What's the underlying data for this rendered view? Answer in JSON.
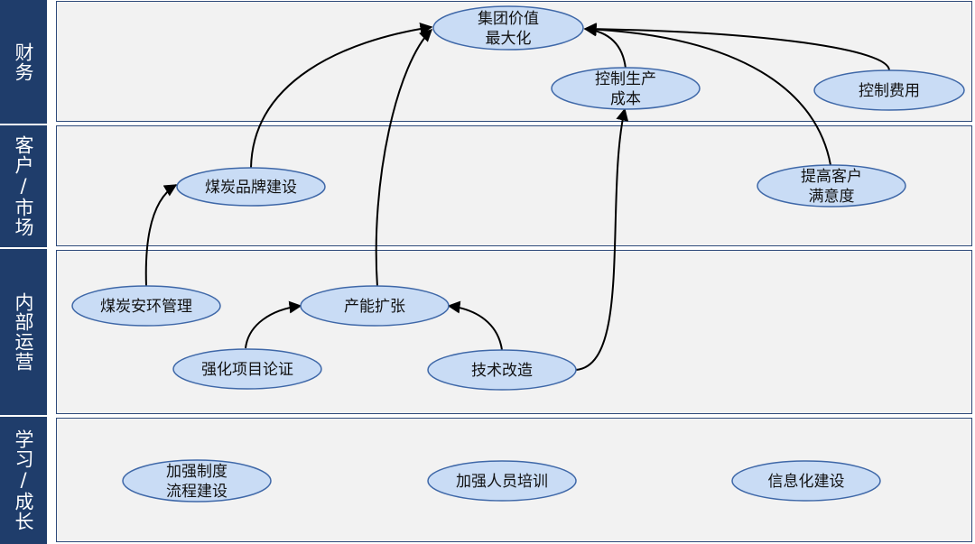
{
  "lanes": [
    {
      "label": "财务"
    },
    {
      "label": "客户/市场"
    },
    {
      "label": "内部运营"
    },
    {
      "label": "学习/成长"
    }
  ],
  "nodes": [
    {
      "id": "max_value",
      "lines": [
        "集团价值",
        "最大化"
      ]
    },
    {
      "id": "control_cost",
      "lines": [
        "控制生产",
        "成本"
      ]
    },
    {
      "id": "control_expense",
      "lines": [
        "控制费用"
      ]
    },
    {
      "id": "brand",
      "lines": [
        "煤炭品牌建设"
      ]
    },
    {
      "id": "satisfaction",
      "lines": [
        "提高客户",
        "满意度"
      ]
    },
    {
      "id": "safety",
      "lines": [
        "煤炭安环管理"
      ]
    },
    {
      "id": "capacity",
      "lines": [
        "产能扩张"
      ]
    },
    {
      "id": "project",
      "lines": [
        "强化项目论证"
      ]
    },
    {
      "id": "tech",
      "lines": [
        "技术改造"
      ]
    },
    {
      "id": "system",
      "lines": [
        "加强制度",
        "流程建设"
      ]
    },
    {
      "id": "training",
      "lines": [
        "加强人员培训"
      ]
    },
    {
      "id": "it",
      "lines": [
        "信息化建设"
      ]
    }
  ],
  "edges": [
    {
      "from": "brand",
      "to": "max_value"
    },
    {
      "from": "capacity",
      "to": "max_value"
    },
    {
      "from": "control_cost",
      "to": "max_value"
    },
    {
      "from": "control_expense",
      "to": "max_value"
    },
    {
      "from": "satisfaction",
      "to": "max_value"
    },
    {
      "from": "safety",
      "to": "brand"
    },
    {
      "from": "tech",
      "to": "control_cost"
    },
    {
      "from": "project",
      "to": "capacity"
    },
    {
      "from": "tech",
      "to": "capacity"
    }
  ],
  "colors": {
    "node_fill": "#c9dcf5",
    "node_stroke": "#3f68a8",
    "lane_fill": "#f2f2f2",
    "lane_border": "#2e4a7a",
    "sidebar": "#1f3d6b",
    "arrow": "#000000"
  }
}
